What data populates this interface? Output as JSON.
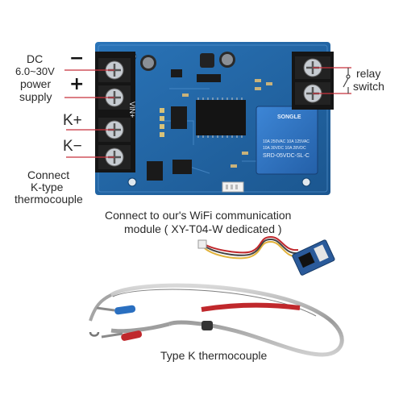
{
  "power": {
    "line1": "DC",
    "line2": "6.0~30V",
    "line3": "power",
    "line4": "supply",
    "minus": "−",
    "plus": "+"
  },
  "relay": {
    "line1": "relay",
    "line2": "switch"
  },
  "thermo_input": {
    "k_plus": "K+",
    "k_minus": "K−",
    "caption_line1": "Connect",
    "caption_line2": "K-type",
    "caption_line3": "thermocouple"
  },
  "board": {
    "vin_label": "VIN+",
    "relay_brand": "SONGLE",
    "relay_spec1": "10A 250VAC  10A 125VAC",
    "relay_spec2": "10A 30VDC  10A 28VDC",
    "relay_model": "SRD-05VDC-SL-C"
  },
  "wifi": {
    "line1": "Connect to our's WiFi communication",
    "line2": "module ( XY-T04-W dedicated )"
  },
  "probe": {
    "caption": "Type K thermocouple"
  },
  "colors": {
    "board": "#1f5f9e",
    "terminal": "#1a1a1a",
    "pointer": "#c8323c",
    "probe_red": "#c0282c",
    "probe_blue": "#2a6fc0"
  }
}
